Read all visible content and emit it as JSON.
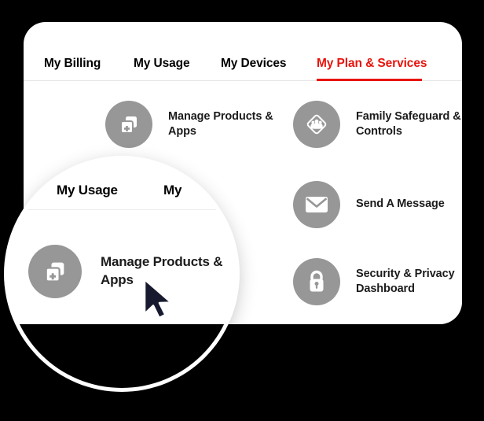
{
  "background_color": "#000000",
  "card": {
    "background_color": "#ffffff",
    "accent_color": "#e8140c"
  },
  "tabs": [
    {
      "label": "My Billing",
      "active": false
    },
    {
      "label": "My Usage",
      "active": false
    },
    {
      "label": "My Devices",
      "active": false
    },
    {
      "label": "My Plan & Services",
      "active": true
    }
  ],
  "services": [
    {
      "label": "Manage Products & Apps",
      "icon": "copy-plus-icon",
      "column": "left",
      "row": 1
    },
    {
      "label": "Family Safeguard & Controls",
      "icon": "family-shield-icon",
      "column": "right",
      "row": 1
    },
    {
      "label": "Send A Message",
      "icon": "envelope-icon",
      "column": "right",
      "row": 2
    },
    {
      "label": "Security & Privacy Dashboard",
      "icon": "padlock-icon",
      "column": "right",
      "row": 3
    }
  ],
  "obscured_labels": {
    "plan_fragment": "Plan",
    "usage_fragment": "Usage"
  },
  "magnifier": {
    "tab_fragments": [
      "My Usage",
      "My"
    ],
    "focused_service_label": "Manage Products & Apps",
    "focused_service_icon": "copy-plus-icon",
    "icon_circle_color": "#979797"
  },
  "cursor": {
    "icon": "mouse-pointer-icon",
    "fill_color": "#171a2e"
  }
}
